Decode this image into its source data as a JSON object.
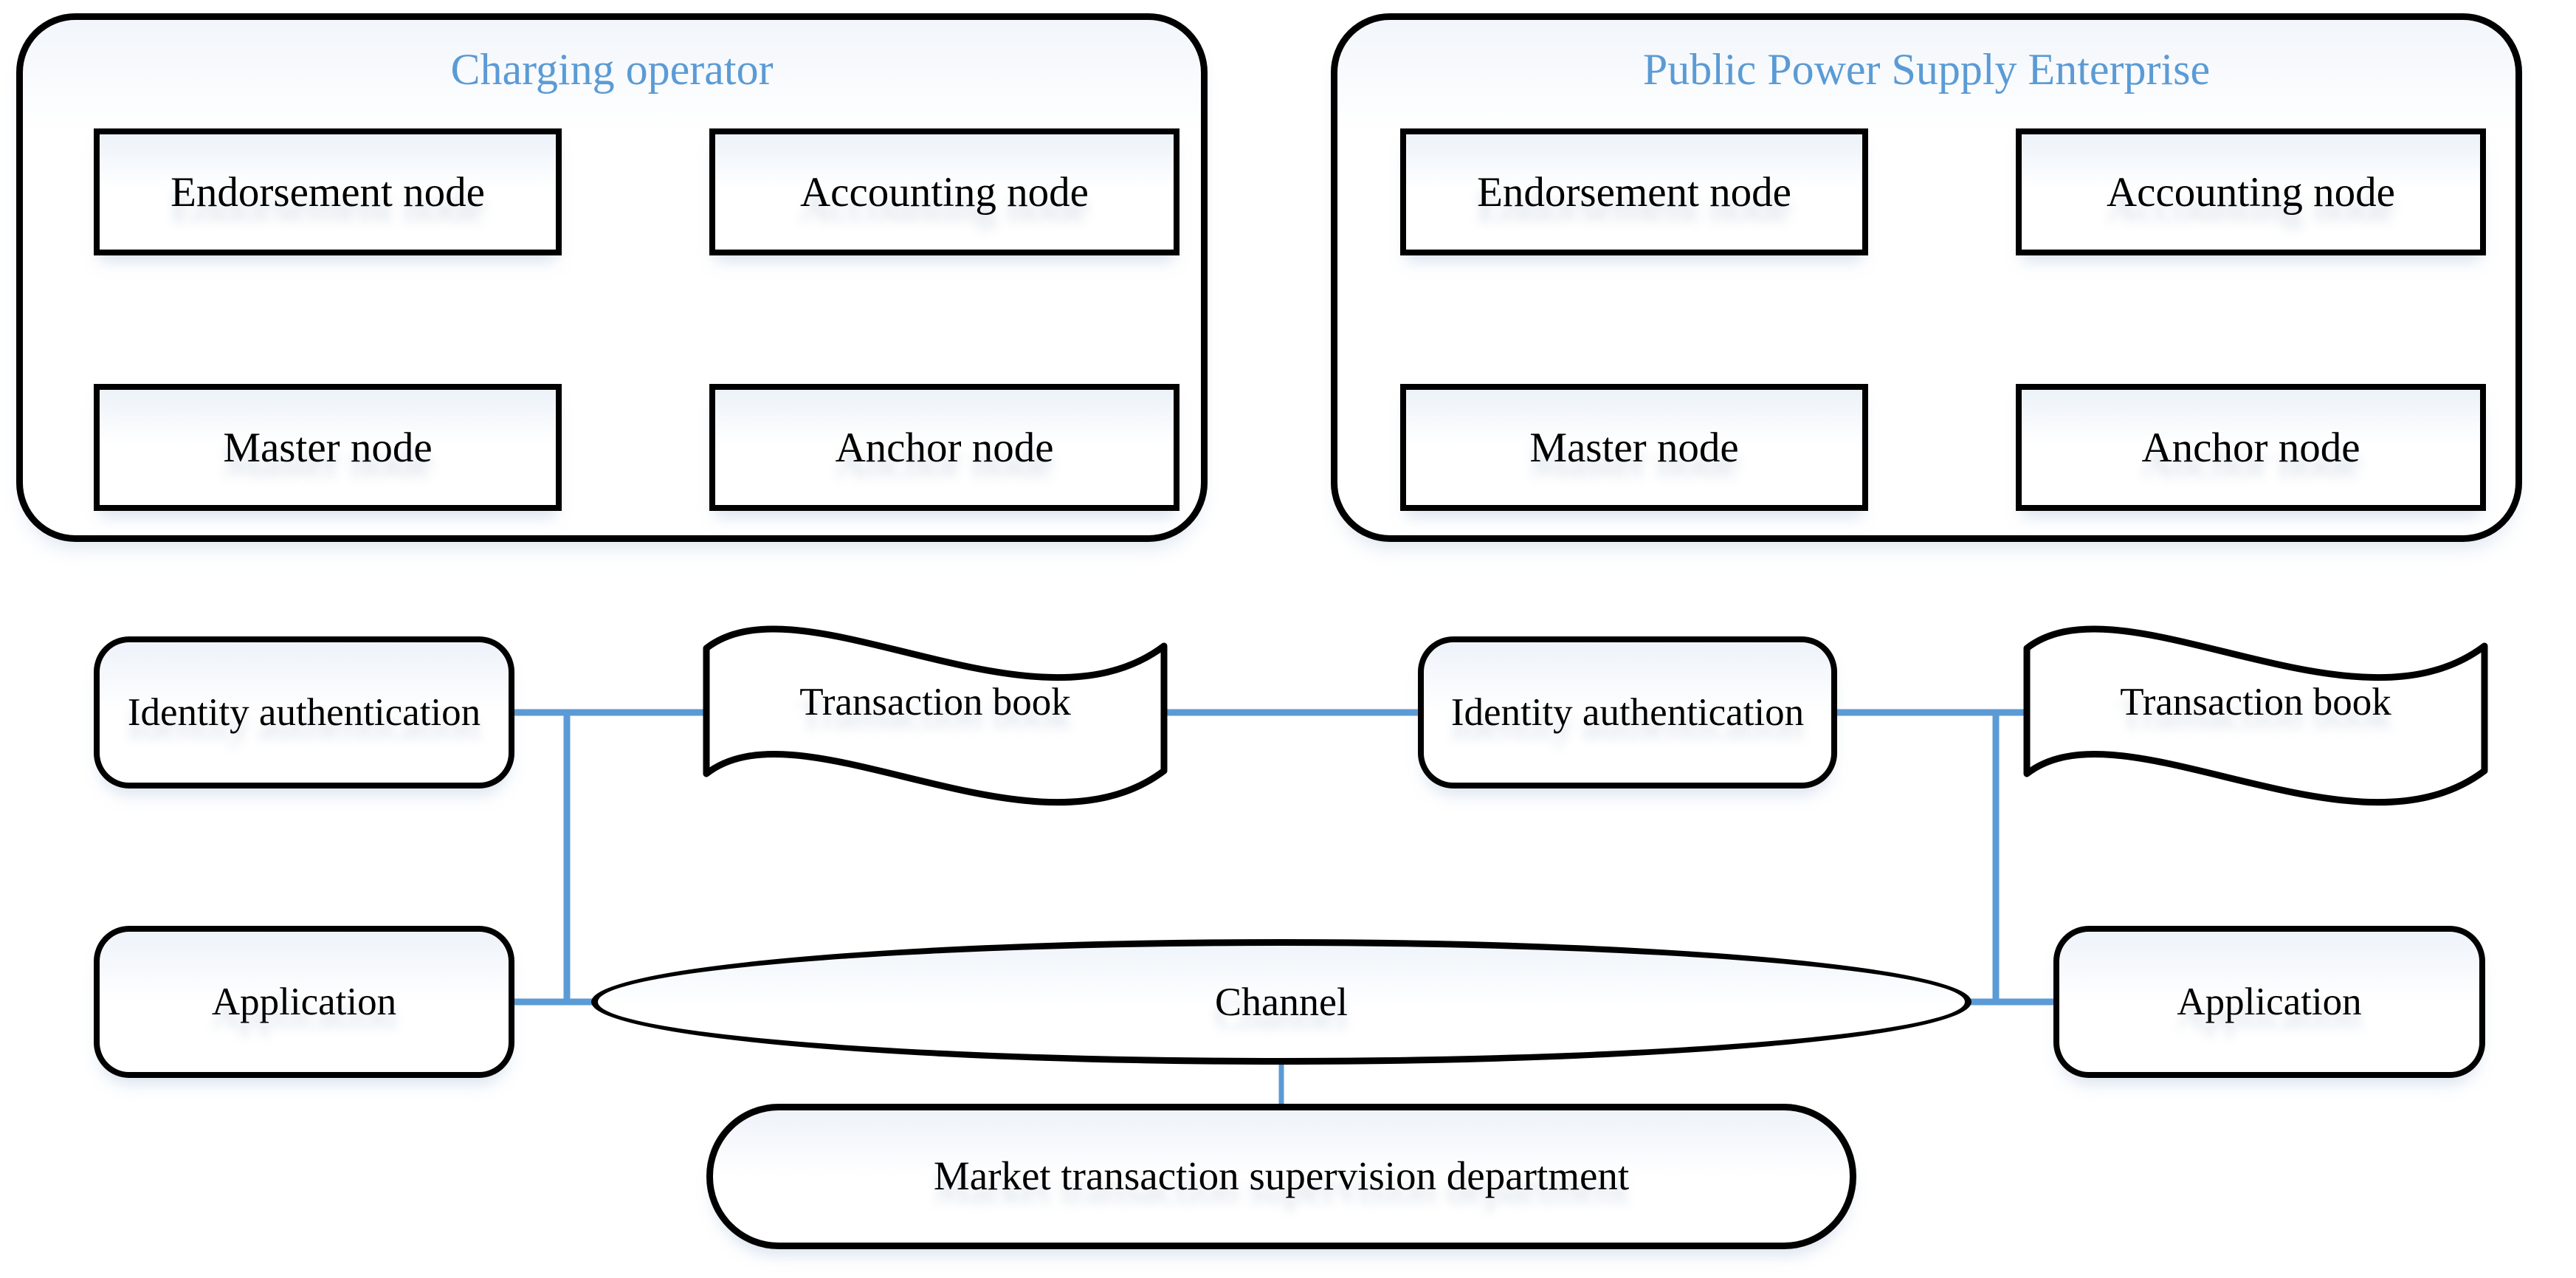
{
  "colors": {
    "accent": "#5b9bd5",
    "shape_border": "#000000"
  },
  "org_left": {
    "title": "Charging operator",
    "endorsement": "Endorsement node",
    "accounting": "Accounting node",
    "master": "Master node",
    "anchor": "Anchor node"
  },
  "org_right": {
    "title": "Public Power Supply Enterprise",
    "endorsement": "Endorsement node",
    "accounting": "Accounting node",
    "master": "Master node",
    "anchor": "Anchor node"
  },
  "network": {
    "identity_left": "Identity authentication",
    "book_left": "Transaction book",
    "identity_right": "Identity authentication",
    "book_right": "Transaction book",
    "application_left": "Application",
    "application_right": "Application",
    "channel": "Channel",
    "supervision": "Market transaction supervision department"
  }
}
